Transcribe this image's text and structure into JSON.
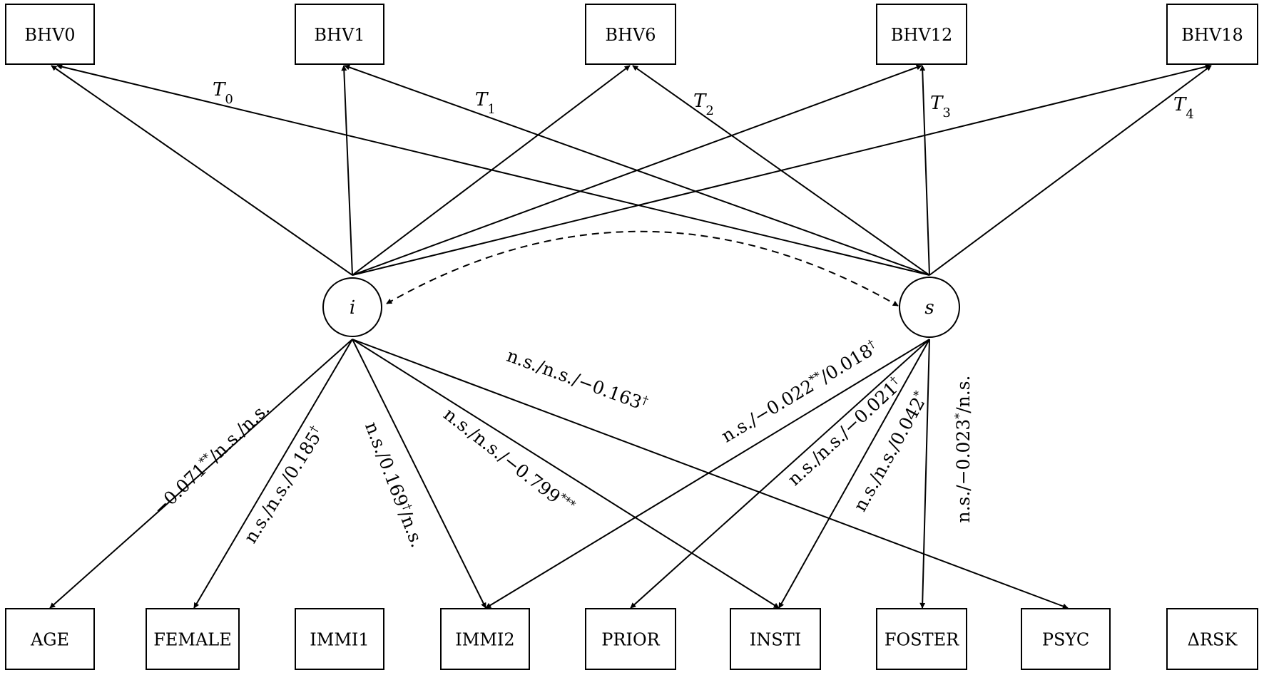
{
  "nodes": {
    "top": [
      {
        "id": "bhv0",
        "label": "BHV0"
      },
      {
        "id": "bhv1",
        "label": "BHV1"
      },
      {
        "id": "bhv6",
        "label": "BHV6"
      },
      {
        "id": "bhv12",
        "label": "BHV12"
      },
      {
        "id": "bhv18",
        "label": "BHV18"
      }
    ],
    "latent": [
      {
        "id": "i",
        "label": "i"
      },
      {
        "id": "s",
        "label": "s"
      }
    ],
    "bottom": [
      {
        "id": "age",
        "label": "AGE"
      },
      {
        "id": "female",
        "label": "FEMALE"
      },
      {
        "id": "immi1",
        "label": "IMMI1"
      },
      {
        "id": "immi2",
        "label": "IMMI2"
      },
      {
        "id": "prior",
        "label": "PRIOR"
      },
      {
        "id": "insti",
        "label": "INSTI"
      },
      {
        "id": "foster",
        "label": "FOSTER"
      },
      {
        "id": "psyc",
        "label": "PSYC"
      },
      {
        "id": "drsk",
        "label": "ΔRSK"
      }
    ]
  },
  "loadings": [
    {
      "label": "T0",
      "base": "T",
      "sub": "0"
    },
    {
      "label": "T1",
      "base": "T",
      "sub": "1"
    },
    {
      "label": "T2",
      "base": "T",
      "sub": "2"
    },
    {
      "label": "T3",
      "base": "T",
      "sub": "3"
    },
    {
      "label": "T4",
      "base": "T",
      "sub": "4"
    }
  ],
  "edges": {
    "top": [
      {
        "from": "i",
        "to": "bhv0"
      },
      {
        "from": "i",
        "to": "bhv1"
      },
      {
        "from": "i",
        "to": "bhv6"
      },
      {
        "from": "i",
        "to": "bhv12"
      },
      {
        "from": "i",
        "to": "bhv18"
      },
      {
        "from": "s",
        "to": "bhv0"
      },
      {
        "from": "s",
        "to": "bhv1"
      },
      {
        "from": "s",
        "to": "bhv6"
      },
      {
        "from": "s",
        "to": "bhv12"
      },
      {
        "from": "s",
        "to": "bhv18"
      }
    ],
    "covariance": {
      "from": "i",
      "to": "s",
      "style": "dashed, bidirectional"
    },
    "bottom": [
      {
        "from": "i",
        "to": "age",
        "label": "−0.071**/n.s./n.s."
      },
      {
        "from": "i",
        "to": "female",
        "label": "n.s./n.s./0.185†"
      },
      {
        "from": "i",
        "to": "immi2",
        "label": "n.s./0.169†/n.s."
      },
      {
        "from": "i",
        "to": "insti",
        "label": "n.s./n.s./−0.799***"
      },
      {
        "from": "i",
        "to": "psyc",
        "label": "n.s./n.s./−0.163†"
      },
      {
        "from": "s",
        "to": "immi2",
        "label": "n.s./−0.022**/0.018†"
      },
      {
        "from": "s",
        "to": "prior",
        "label": "n.s./n.s./−0.021†"
      },
      {
        "from": "s",
        "to": "insti",
        "label": "n.s./n.s./0.042*"
      },
      {
        "from": "s",
        "to": "foster",
        "label": "n.s./−0.023*/n.s."
      }
    ]
  }
}
